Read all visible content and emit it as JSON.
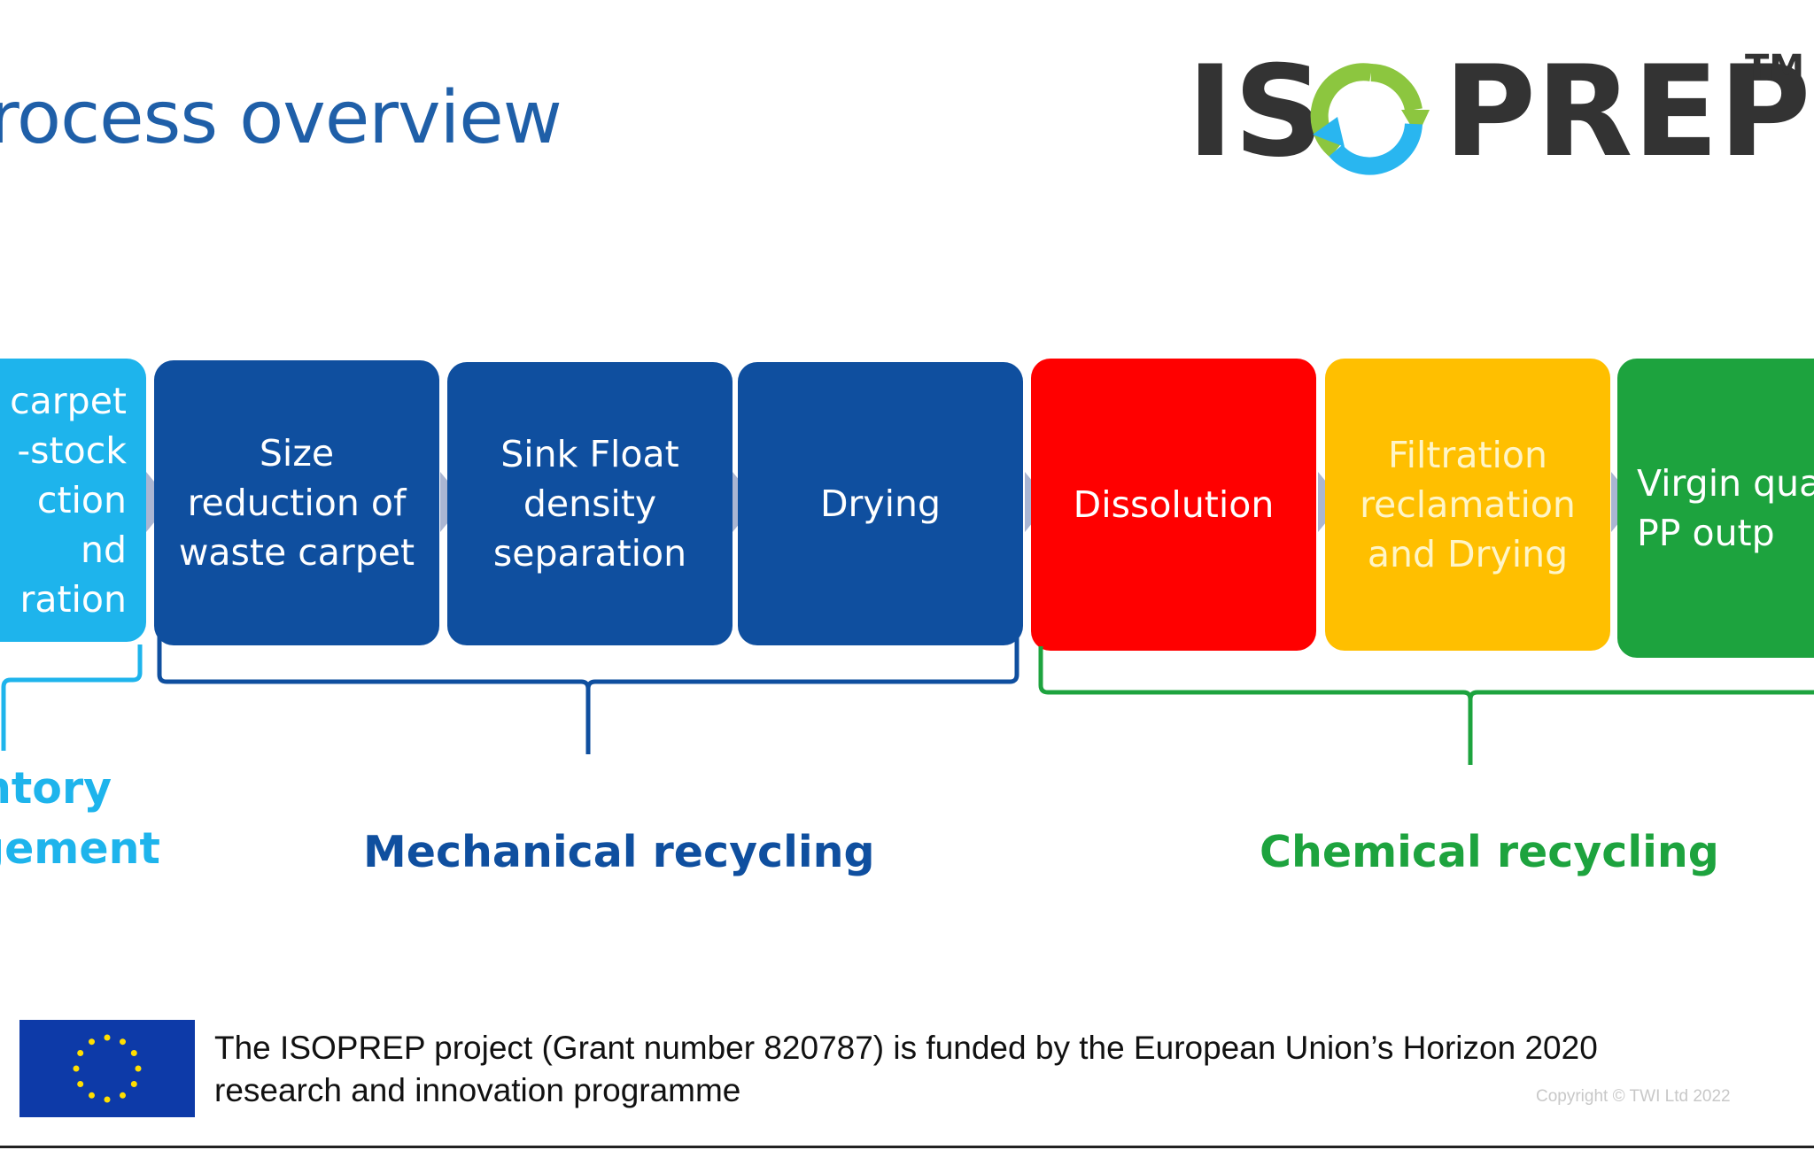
{
  "title": "rocess overview",
  "logo": {
    "text_left": "IS",
    "text_right": "PREP",
    "trademark": "TM",
    "colors": {
      "dark": "#333333",
      "ring_blue": "#29b6f0",
      "ring_green": "#8cc63f"
    }
  },
  "steps": [
    {
      "label": " carpet\n-stock\nction\nnd\nration",
      "color": "#1eb4ec"
    },
    {
      "label": "Size\nreduction of\nwaste carpet",
      "color": "#0f4f9f"
    },
    {
      "label": "Sink Float\ndensity\nseparation",
      "color": "#0f4f9f"
    },
    {
      "label": "Drying",
      "color": "#0f4f9f"
    },
    {
      "label": "Dissolution",
      "color": "#ff0000"
    },
    {
      "label": "Filtration\nreclamation\nand Drying",
      "color": "#ffbf00"
    },
    {
      "label": "Virgin qua\nPP outp",
      "color": "#1da33e"
    }
  ],
  "groups": {
    "inventory_line1": "ntory",
    "inventory_line2": "gement",
    "mechanical": "Mechanical recycling",
    "chemical": "Chemical recycling"
  },
  "footer": {
    "text": "The ISOPREP project (Grant number 820787) is funded by the European Union’s Horizon 2020\nresearch and innovation programme",
    "copyright": "Copyright © TWI Ltd 2022"
  }
}
